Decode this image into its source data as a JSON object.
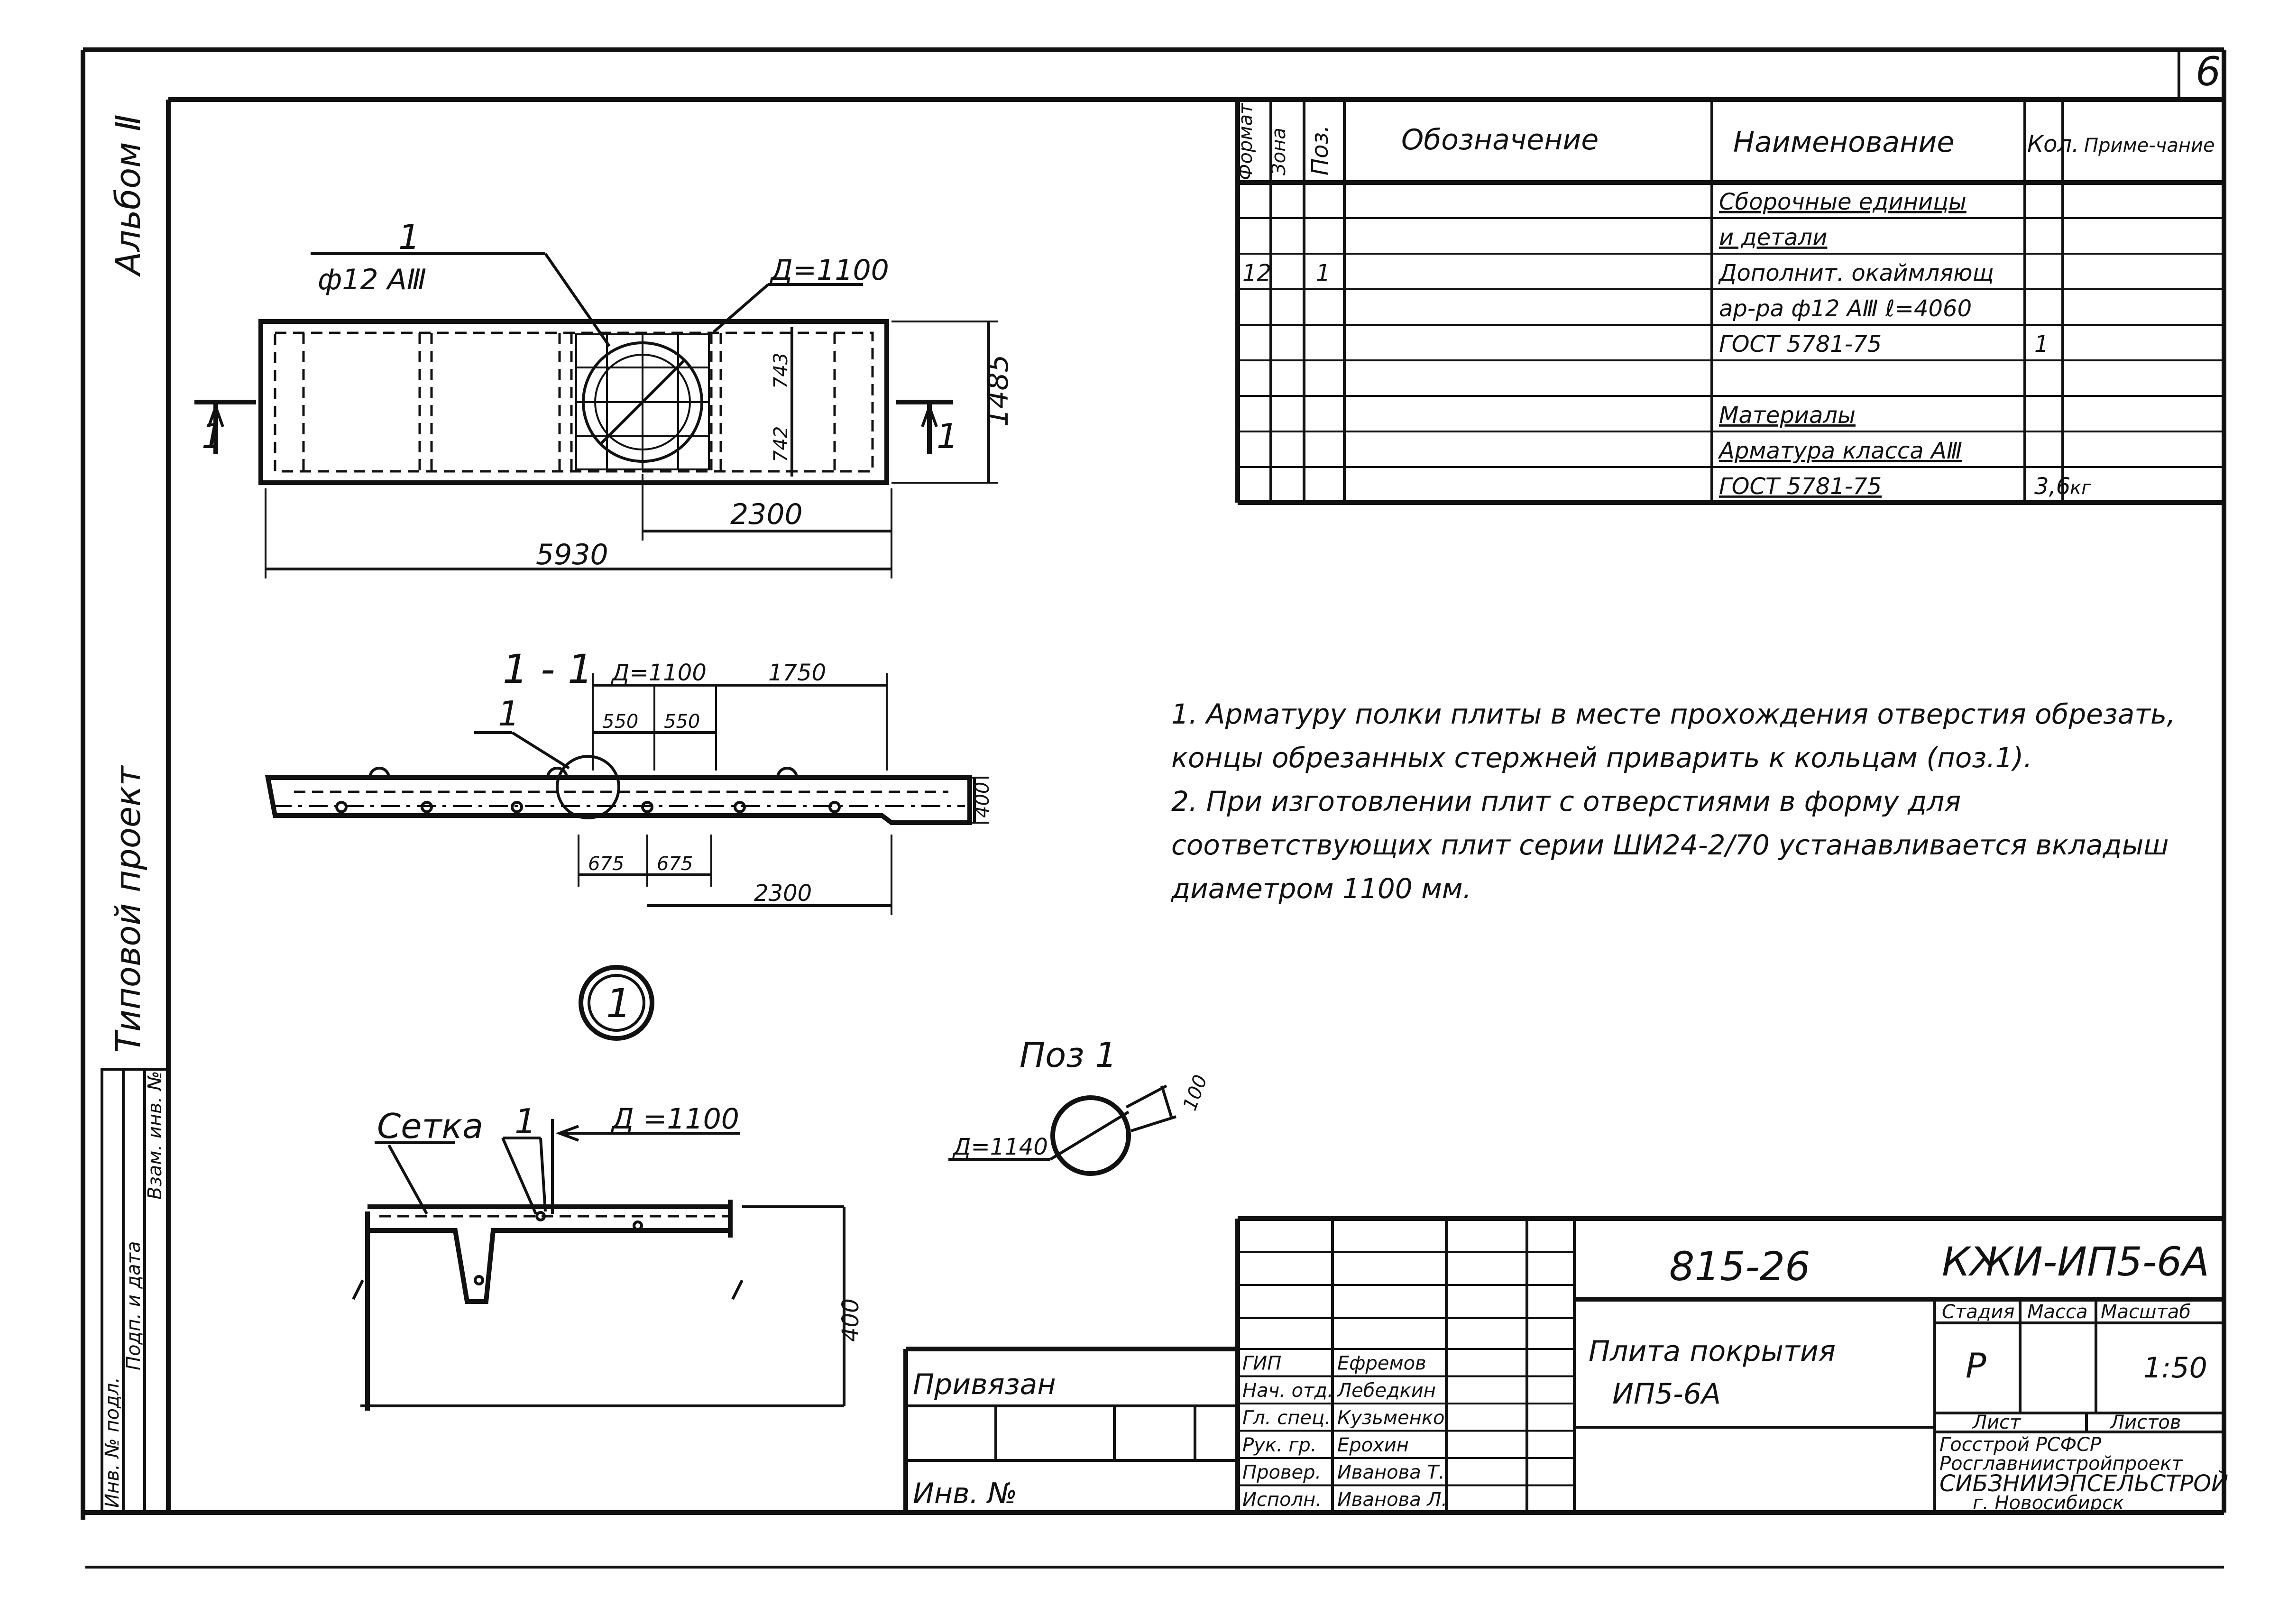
{
  "sheet_number": "6",
  "left_margin": {
    "album": "Альбом Ⅱ",
    "project": "Типовой проект",
    "stamp_columns": [
      "Инв. № подл.",
      "Подп. и дата",
      "Взам. инв. №"
    ]
  },
  "plan_view": {
    "rebar_pos": "1",
    "rebar_label": "ф12 АⅢ",
    "hole_label": "Д=1100",
    "section_mark": "1",
    "dims": {
      "overall_length": "5930",
      "to_hole": "2300",
      "width": "1485",
      "half_top": "743",
      "half_bottom": "742"
    }
  },
  "section_view": {
    "title": "1 - 1",
    "pos_label": "1",
    "dims": {
      "hole": "Д=1100",
      "right": "1750",
      "l1": "550",
      "l2": "550",
      "b1": "675",
      "b2": "675",
      "bottom": "2300",
      "height": "400"
    }
  },
  "node_mark": "1",
  "node_detail": {
    "mesh_label": "Сетка",
    "pos_label": "1",
    "hole_label": "Д =1100",
    "height": "400"
  },
  "pos1": {
    "title": "Поз 1",
    "diameter": "Д=1140",
    "size": "100"
  },
  "spec_table": {
    "headers": [
      "Формат",
      "Зона",
      "Поз.",
      "Обозначение",
      "Наименование",
      "Кол.",
      "Приме-чание"
    ],
    "rows": [
      {
        "format": "",
        "zone": "",
        "pos": "",
        "designation": "",
        "name": "Сборочные единицы",
        "qty": "",
        "note": "",
        "underline": true
      },
      {
        "format": "",
        "zone": "",
        "pos": "",
        "designation": "",
        "name": "и детали",
        "qty": "",
        "note": "",
        "underline": true
      },
      {
        "format": "12",
        "zone": "",
        "pos": "1",
        "designation": "",
        "name": "Дополнит. окаймляющ",
        "qty": "",
        "note": ""
      },
      {
        "format": "",
        "zone": "",
        "pos": "",
        "designation": "",
        "name": "ар-ра ф12 АⅢ ℓ=4060",
        "qty": "",
        "note": ""
      },
      {
        "format": "",
        "zone": "",
        "pos": "",
        "designation": "",
        "name": "ГОСТ 5781-75",
        "qty": "1",
        "note": ""
      },
      {
        "format": "",
        "zone": "",
        "pos": "",
        "designation": "",
        "name": "",
        "qty": "",
        "note": ""
      },
      {
        "format": "",
        "zone": "",
        "pos": "",
        "designation": "",
        "name": "Материалы",
        "qty": "",
        "note": "",
        "underline": true
      },
      {
        "format": "",
        "zone": "",
        "pos": "",
        "designation": "",
        "name": "Арматура класса АⅢ",
        "qty": "",
        "note": "",
        "underline": true
      },
      {
        "format": "",
        "zone": "",
        "pos": "",
        "designation": "",
        "name": "ГОСТ 5781-75",
        "qty": "3,6",
        "note": "кг",
        "underline": true
      }
    ]
  },
  "notes": [
    "1. Арматуру полки плиты в месте прохождения отверстия обрезать, концы обрезанных стержней приварить к кольцам (поз.1).",
    "2. При изготовлении плит с отверстиями в форму для соответствующих плит серии ШИ24-2/70 устанавливается вкладыш диаметром 1100 мм."
  ],
  "title_block": {
    "series": "815-26",
    "code": "КЖИ-ИП5-6А",
    "name_line1": "Плита покрытия",
    "name_line2": "ИП5-6А",
    "stage_header": "Стадия",
    "mass_header": "Масса",
    "scale_header": "Масштаб",
    "stage": "Р",
    "mass": "",
    "scale": "1:50",
    "sheet_header": "Лист",
    "sheets_header": "Листов",
    "org_line1": "Госстрой РСФСР",
    "org_line2": "Росглавниистройпроект",
    "org_line3": "СИБЗНИИЭПСЕЛЬСТРОЙ",
    "org_line4": "г. Новосибирск",
    "tied_label": "Привязан",
    "inv_label": "Инв. №",
    "signatures": [
      {
        "role": "ГИП",
        "name": "Ефремов"
      },
      {
        "role": "Нач. отд.",
        "name": "Лебедкин"
      },
      {
        "role": "Гл. спец.",
        "name": "Кузьменко"
      },
      {
        "role": "Рук. гр.",
        "name": "Ерохин"
      },
      {
        "role": "Провер.",
        "name": "Иванова Т."
      },
      {
        "role": "Исполн.",
        "name": "Иванова Л."
      }
    ]
  }
}
